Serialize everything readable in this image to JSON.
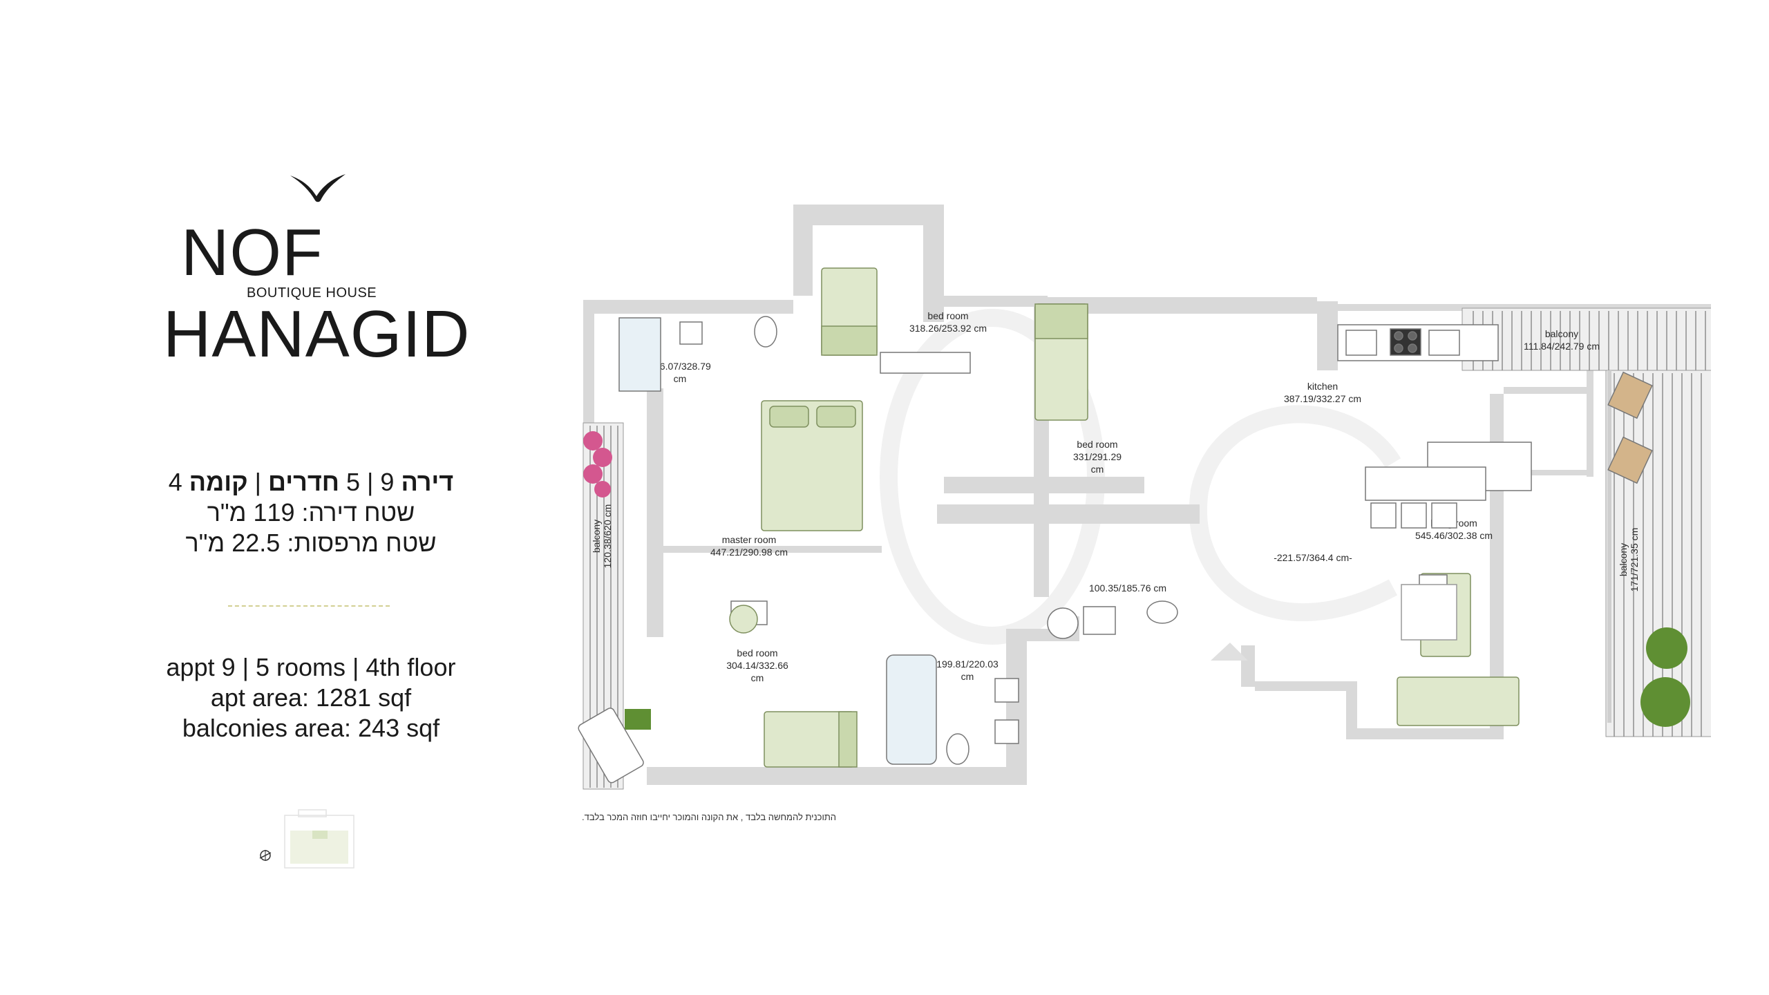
{
  "brand": {
    "line1": "NOF",
    "subtitle": "BOUTIQUE HOUSE",
    "line2": "HANAGID"
  },
  "info_he": {
    "line1_parts": [
      "דירה",
      " 9 | 5 ",
      "חדרים",
      " | ",
      "קומה",
      " 4"
    ],
    "line2": "שטח דירה: 119 מ\"ר",
    "line3": "שטח מרפסות: 22.5 מ\"ר"
  },
  "info_en": {
    "line1": "appt 9 | 5 rooms | 4th floor",
    "line2": "apt area: 1281 sqf",
    "line3": "balconies area: 243 sqf"
  },
  "rooms": {
    "bath1": {
      "dim1": "126.07/328.79",
      "dim2": "cm"
    },
    "bedroom_top": {
      "name": "bed room",
      "dim": "318.26/253.92 cm"
    },
    "bedroom_mid": {
      "name": "bed room",
      "dim1": "331/291.29",
      "dim2": "cm"
    },
    "kitchen": {
      "name": "kitchen",
      "dim": "387.19/332.27 cm"
    },
    "balcony_top": {
      "name": "balcony",
      "dim": "111.84/242.79 cm"
    },
    "master": {
      "name": "master room",
      "dim": "447.21/290.98 cm"
    },
    "balcony_left": {
      "name": "balcony",
      "dim": "120.38/620 cm"
    },
    "balcony_right": {
      "name": "balcony",
      "dim": "171/721.35 cm"
    },
    "dining": {
      "dim": "-221.57/364.4 cm-"
    },
    "living": {
      "name": "living room",
      "dim": "545.46/302.38 cm"
    },
    "bath2": {
      "dim": "100.35/185.76 cm"
    },
    "bedroom_bottom": {
      "name": "bed room",
      "dim1": "304.14/332.66",
      "dim2": "cm"
    },
    "bath3": {
      "dim1": "199.81/220.03",
      "dim2": "cm"
    }
  },
  "disclaimer": "התוכנית להמחשה בלבד , את הקונה והמוכר יחייבו חוזה המכר בלבד.",
  "colors": {
    "wall": "#d9d9d9",
    "furniture": "#dfe8cc",
    "furniture_stroke": "#7e8f5e",
    "divider": "#d2cf92",
    "plant": "#5f8f33",
    "flower": "#d4578f"
  },
  "icons": [
    "bird-logo-icon",
    "compass-icon"
  ]
}
